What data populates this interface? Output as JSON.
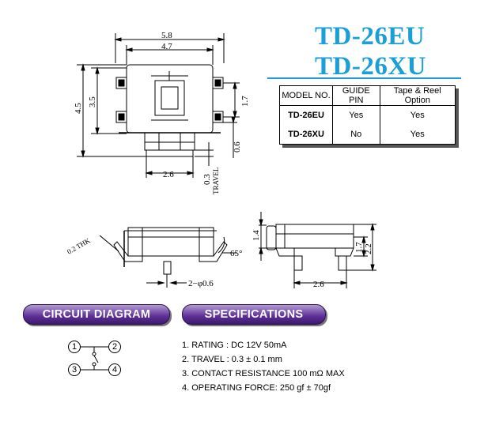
{
  "titles": [
    "TD-26EU",
    "TD-26XU"
  ],
  "option_table": {
    "headers": [
      "MODEL NO.",
      "GUIDE PIN",
      "Tape & Reel Option"
    ],
    "rows": [
      {
        "model": "TD-26EU",
        "guide_pin": "Yes",
        "tape_reel": "Yes"
      },
      {
        "model": "TD-26XU",
        "guide_pin": "No",
        "tape_reel": "Yes"
      }
    ]
  },
  "dimensions": {
    "width_outer": "5.8",
    "width_body": "4.7",
    "height_total": "4.5",
    "height_body": "3.5",
    "pin_pitch": "1.7",
    "pin_width": "0.6",
    "actuator_width": "2.6",
    "travel_value": "0.3",
    "travel_label": "TRAVEL",
    "thickness": "0.2 THK",
    "angle": "65°",
    "pin_dia": "2−φ0.6",
    "side_height": "1.4",
    "side_pin": "1.7",
    "side_total": "2.2",
    "side_width": "2.6"
  },
  "circuit": {
    "banner": "CIRCUIT DIAGRAM",
    "pins": [
      "1",
      "2",
      "3",
      "4"
    ]
  },
  "specifications": {
    "banner": "SPECIFICATIONS",
    "items": [
      "1. RATING : DC 12V  50mA",
      "2. TRAVEL : 0.3 ± 0.1 mm",
      "3. CONTACT RESISTANCE 100 mΩ MAX",
      "4. OPERATING FORCE: 250 gf ± 70gf"
    ]
  },
  "colors": {
    "title": "#1b9fd6",
    "banner": "#5d2e96"
  }
}
